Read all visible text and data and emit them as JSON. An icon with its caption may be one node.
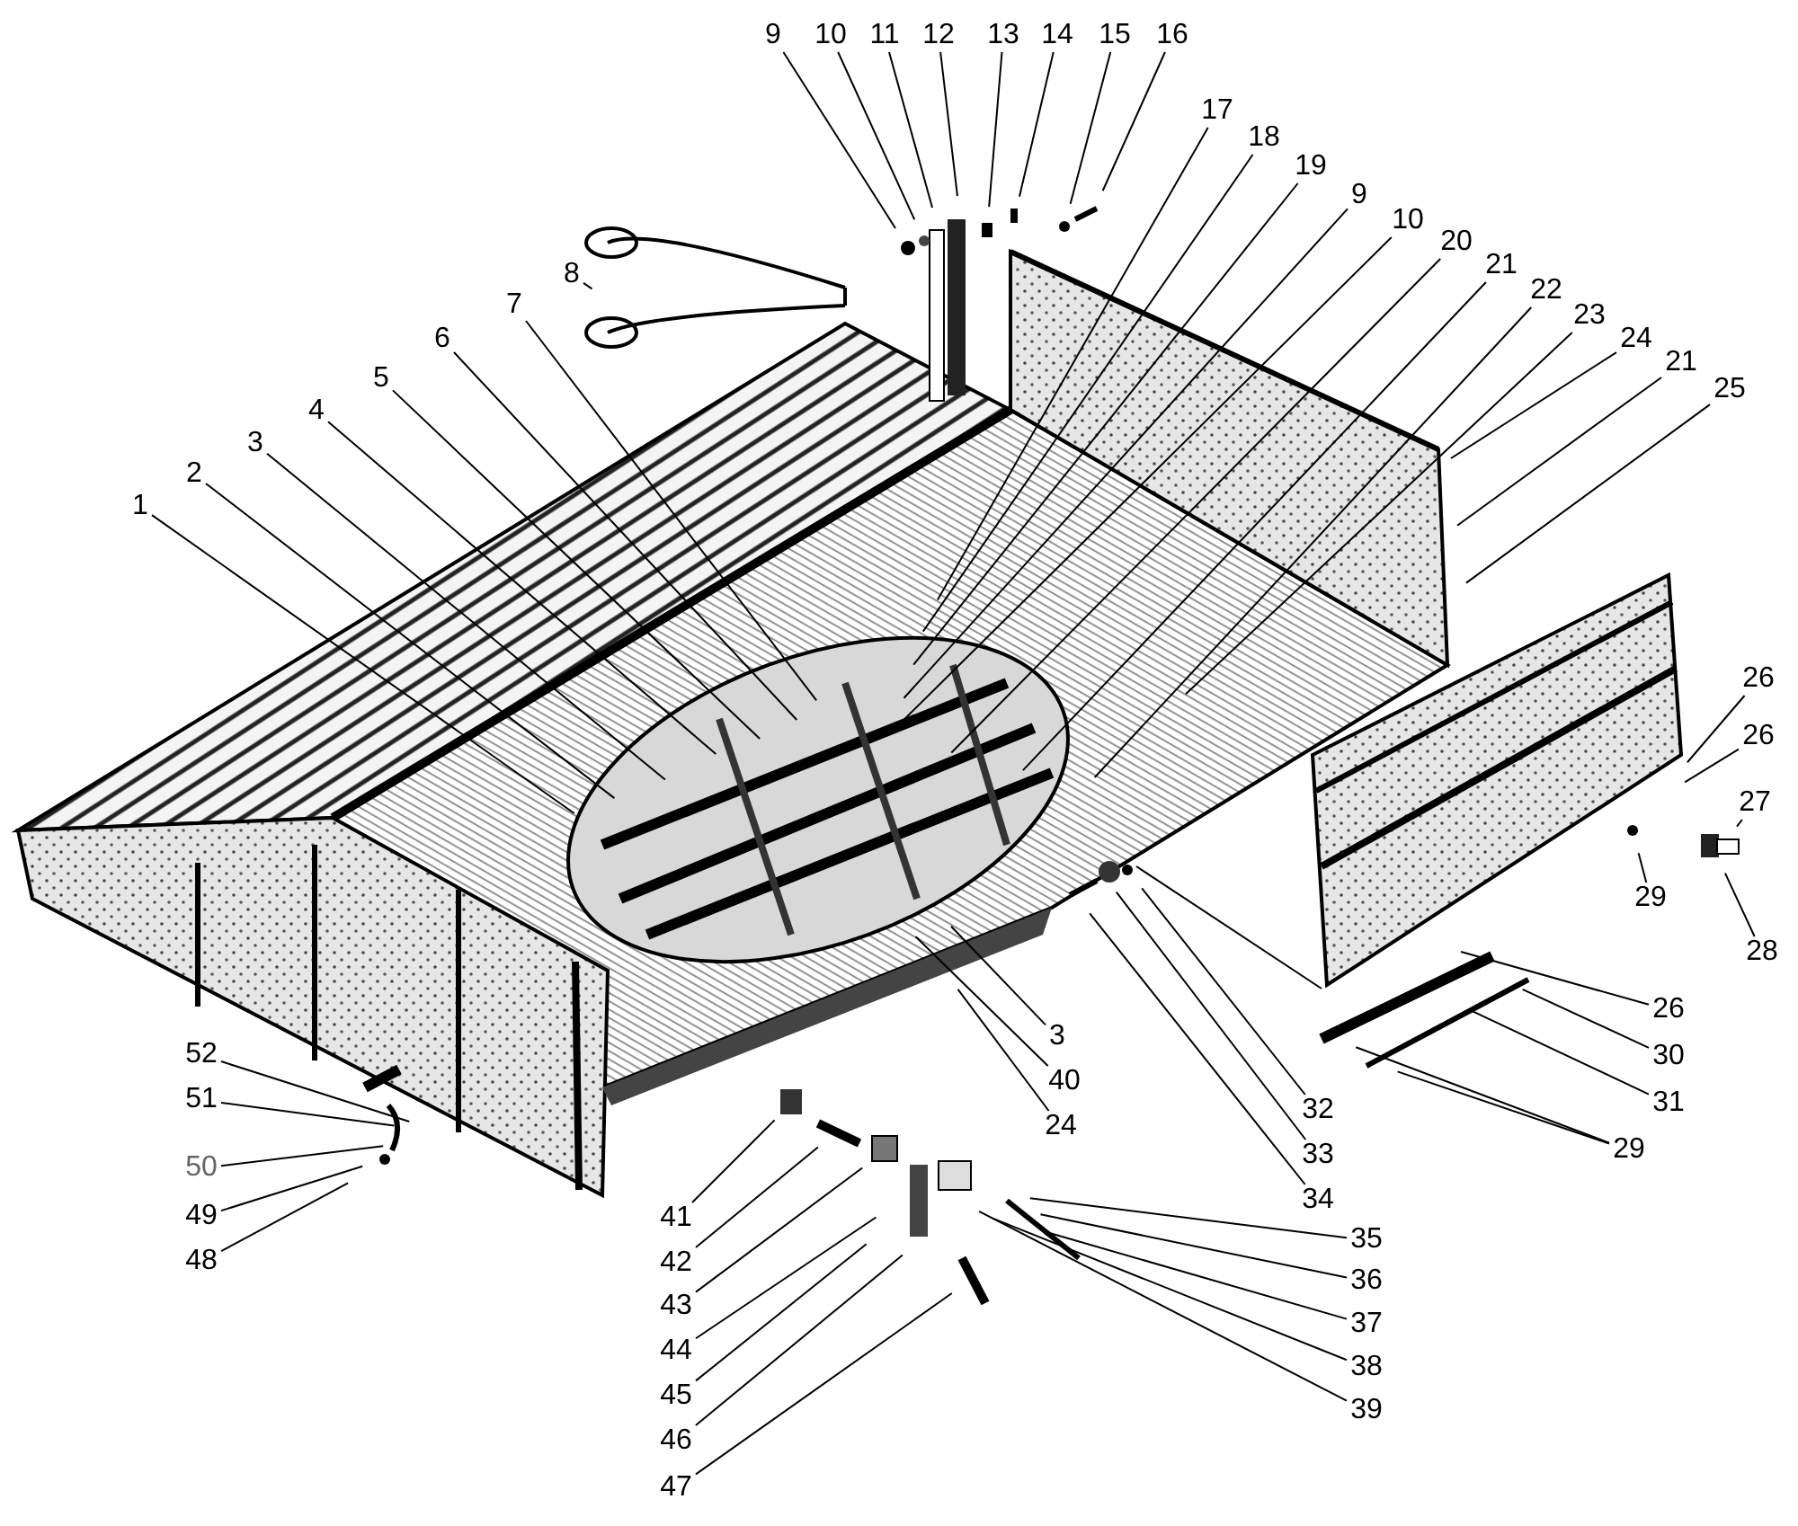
{
  "diagram": {
    "nodes": [
      {
        "text": [
          "9"
        ]
      },
      {
        "text": [
          "10"
        ]
      },
      {
        "text": [
          "11"
        ]
      },
      {
        "text": [
          "12"
        ]
      },
      {
        "text": [
          "13"
        ]
      },
      {
        "text": [
          "14"
        ]
      },
      {
        "text": [
          "15"
        ]
      },
      {
        "text": [
          "16"
        ]
      },
      {
        "text": [
          "17"
        ]
      },
      {
        "text": [
          "18"
        ]
      },
      {
        "text": [
          "19"
        ]
      },
      {
        "text": [
          "9"
        ]
      },
      {
        "text": [
          "10"
        ]
      },
      {
        "text": [
          "20"
        ]
      },
      {
        "text": [
          "21"
        ]
      },
      {
        "text": [
          "22"
        ]
      },
      {
        "text": [
          "23"
        ]
      },
      {
        "text": [
          "24"
        ]
      },
      {
        "text": [
          "21"
        ]
      },
      {
        "text": [
          "25"
        ]
      },
      {
        "text": [
          "26"
        ]
      },
      {
        "text": [
          "26"
        ]
      },
      {
        "text": [
          "27"
        ]
      },
      {
        "text": [
          "29"
        ]
      },
      {
        "text": [
          "28"
        ]
      },
      {
        "text": [
          "26"
        ]
      },
      {
        "text": [
          "30"
        ]
      },
      {
        "text": [
          "31"
        ]
      },
      {
        "text": [
          "29"
        ]
      },
      {
        "text": [
          "32"
        ]
      },
      {
        "text": [
          "33"
        ]
      },
      {
        "text": [
          "34"
        ]
      },
      {
        "text": [
          "1"
        ]
      },
      {
        "text": [
          "2"
        ]
      },
      {
        "text": [
          "3"
        ]
      },
      {
        "text": [
          "4"
        ]
      },
      {
        "text": [
          "5"
        ]
      },
      {
        "text": [
          "6"
        ]
      },
      {
        "text": [
          "7"
        ]
      },
      {
        "text": [
          "8"
        ]
      },
      {
        "text": [
          "3"
        ]
      },
      {
        "text": [
          "40"
        ]
      },
      {
        "text": [
          "24"
        ]
      },
      {
        "text": [
          "52"
        ]
      },
      {
        "text": [
          "51"
        ]
      },
      {
        "text": [
          "50"
        ]
      },
      {
        "text": [
          "49"
        ]
      },
      {
        "text": [
          "48"
        ]
      },
      {
        "text": [
          "41"
        ]
      },
      {
        "text": [
          "42"
        ]
      },
      {
        "text": [
          "43"
        ]
      },
      {
        "text": [
          "44"
        ]
      },
      {
        "text": [
          "45"
        ]
      },
      {
        "text": [
          "46"
        ]
      },
      {
        "text": [
          "47"
        ]
      },
      {
        "text": [
          "35"
        ]
      },
      {
        "text": [
          "36"
        ]
      },
      {
        "text": [
          "37"
        ]
      },
      {
        "text": [
          "38"
        ]
      },
      {
        "text": [
          "39"
        ]
      }
    ],
    "edges": [
      {
        "from": 0,
        "to": null,
        "arrow": "none"
      },
      {
        "from": 1,
        "to": null,
        "arrow": "none"
      },
      {
        "from": 2,
        "to": null,
        "arrow": "none"
      },
      {
        "from": 3,
        "to": null,
        "arrow": "none"
      },
      {
        "from": 4,
        "to": null,
        "arrow": "none"
      },
      {
        "from": 5,
        "to": null,
        "arrow": "none"
      },
      {
        "from": 6,
        "to": null,
        "arrow": "none"
      },
      {
        "from": 7,
        "to": null,
        "arrow": "none"
      },
      {
        "from": 8,
        "to": null,
        "arrow": "none"
      },
      {
        "from": 9,
        "to": null,
        "arrow": "none"
      },
      {
        "from": 10,
        "to": null,
        "arrow": "none"
      },
      {
        "from": 11,
        "to": null,
        "arrow": "none"
      },
      {
        "from": 12,
        "to": null,
        "arrow": "none"
      },
      {
        "from": 13,
        "to": null,
        "arrow": "none"
      },
      {
        "from": 14,
        "to": null,
        "arrow": "none"
      },
      {
        "from": 15,
        "to": null,
        "arrow": "none"
      },
      {
        "from": 16,
        "to": null,
        "arrow": "none"
      },
      {
        "from": 17,
        "to": null,
        "arrow": "none"
      },
      {
        "from": 18,
        "to": null,
        "arrow": "none"
      },
      {
        "from": 19,
        "to": null,
        "arrow": "none"
      },
      {
        "from": 20,
        "to": null,
        "arrow": "none"
      },
      {
        "from": 21,
        "to": null,
        "arrow": "none"
      },
      {
        "from": 22,
        "to": null,
        "arrow": "none"
      },
      {
        "from": 23,
        "to": null,
        "arrow": "none"
      },
      {
        "from": 24,
        "to": null,
        "arrow": "none"
      },
      {
        "from": 25,
        "to": null,
        "arrow": "none"
      },
      {
        "from": 26,
        "to": null,
        "arrow": "none"
      },
      {
        "from": 27,
        "to": null,
        "arrow": "none"
      },
      {
        "from": 28,
        "to": null,
        "arrow": "none"
      },
      {
        "from": 28,
        "to": null,
        "arrow": "none"
      },
      {
        "from": 29,
        "to": null,
        "arrow": "none"
      },
      {
        "from": 30,
        "to": null,
        "arrow": "none"
      },
      {
        "from": 31,
        "to": null,
        "arrow": "none"
      },
      {
        "from": 32,
        "to": null,
        "arrow": "none"
      },
      {
        "from": 33,
        "to": null,
        "arrow": "none"
      },
      {
        "from": 34,
        "to": null,
        "arrow": "none"
      },
      {
        "from": 35,
        "to": null,
        "arrow": "none"
      },
      {
        "from": 36,
        "to": null,
        "arrow": "none"
      },
      {
        "from": 37,
        "to": null,
        "arrow": "none"
      },
      {
        "from": 38,
        "to": null,
        "arrow": "none"
      },
      {
        "from": 39,
        "to": null,
        "arrow": "none"
      },
      {
        "from": 40,
        "to": null,
        "arrow": "none"
      },
      {
        "from": 41,
        "to": null,
        "arrow": "none"
      },
      {
        "from": 42,
        "to": null,
        "arrow": "none"
      },
      {
        "from": 43,
        "to": null,
        "arrow": "none"
      },
      {
        "from": 44,
        "to": null,
        "arrow": "none"
      },
      {
        "from": 45,
        "to": null,
        "arrow": "none"
      },
      {
        "from": 46,
        "to": null,
        "arrow": "none"
      },
      {
        "from": 47,
        "to": null,
        "arrow": "none"
      },
      {
        "from": 48,
        "to": null,
        "arrow": "none"
      },
      {
        "from": 49,
        "to": null,
        "arrow": "none"
      },
      {
        "from": 50,
        "to": null,
        "arrow": "none"
      },
      {
        "from": 51,
        "to": null,
        "arrow": "none"
      },
      {
        "from": 52,
        "to": null,
        "arrow": "none"
      },
      {
        "from": 53,
        "to": null,
        "arrow": "none"
      },
      {
        "from": 54,
        "to": null,
        "arrow": "none"
      },
      {
        "from": 55,
        "to": null,
        "arrow": "none"
      },
      {
        "from": 56,
        "to": null,
        "arrow": "none"
      },
      {
        "from": 57,
        "to": null,
        "arrow": "none"
      },
      {
        "from": 58,
        "to": null,
        "arrow": "none"
      },
      {
        "from": 59,
        "to": null,
        "arrow": "none"
      }
    ]
  }
}
